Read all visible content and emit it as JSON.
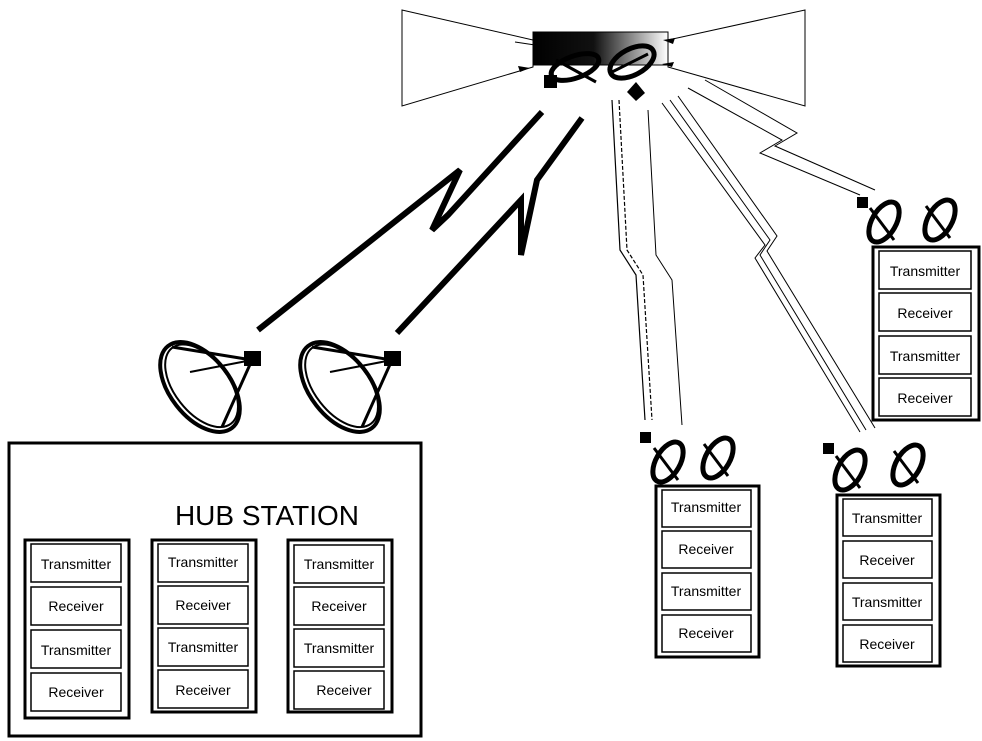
{
  "hub": {
    "title": "HUB STATION",
    "racks": [
      {
        "units": [
          "Transmitter",
          "Receiver",
          "Transmitter",
          "Receiver"
        ]
      },
      {
        "units": [
          "Transmitter",
          "Receiver",
          "Transmitter",
          "Receiver"
        ]
      },
      {
        "units": [
          "Transmitter",
          "Receiver",
          "Transmitter",
          "Receiver"
        ]
      }
    ]
  },
  "remote_terminals": [
    {
      "units": [
        "Transmitter",
        "Receiver",
        "Transmitter",
        "Receiver"
      ]
    },
    {
      "units": [
        "Transmitter",
        "Receiver",
        "Transmitter",
        "Receiver"
      ]
    },
    {
      "units": [
        "Transmitter",
        "Receiver",
        "Transmitter",
        "Receiver"
      ]
    }
  ]
}
